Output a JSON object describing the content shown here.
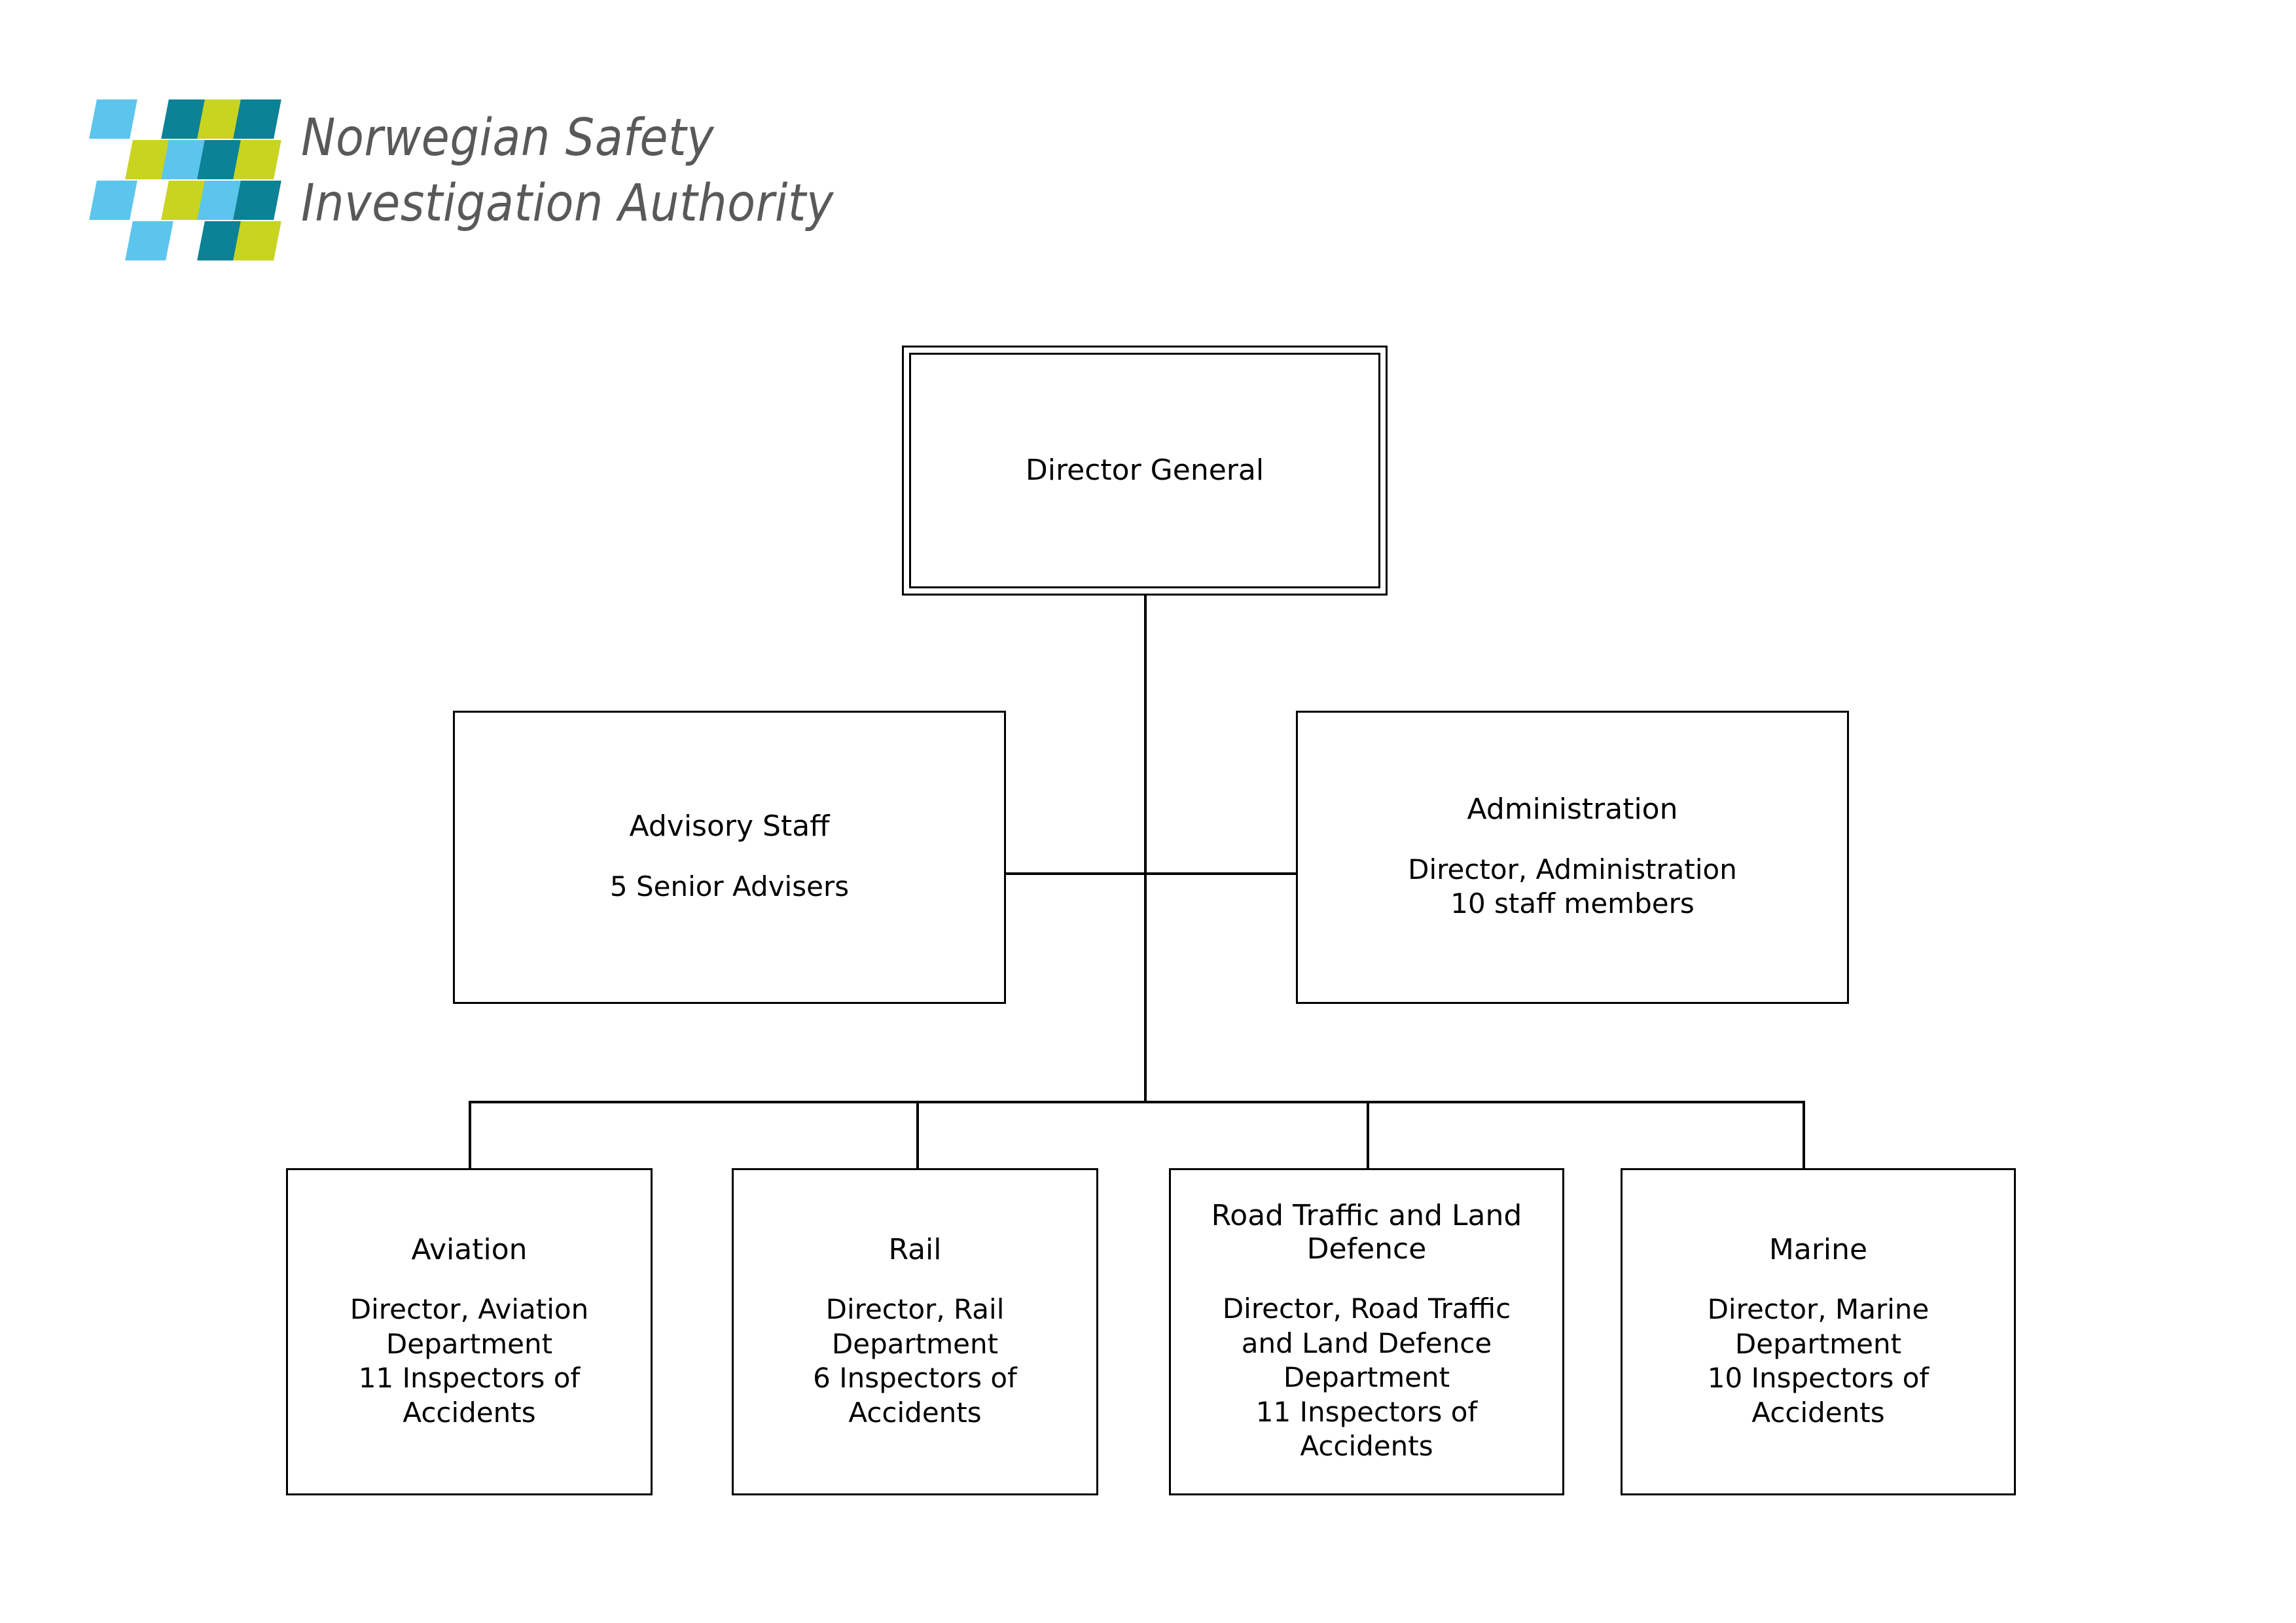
{
  "logo": {
    "wordmark": "Norwegian Safety\nInvestigation Authority",
    "colors": {
      "light_blue": "#5BC5EC",
      "teal": "#0B8296",
      "green": "#C8D420",
      "wordmark_gray": "#595959"
    },
    "tiles": [
      {
        "row": 0,
        "col": 0,
        "color": "light_blue"
      },
      {
        "row": 0,
        "col": 2,
        "color": "teal"
      },
      {
        "row": 0,
        "col": 3,
        "color": "green"
      },
      {
        "row": 0,
        "col": 4,
        "color": "teal"
      },
      {
        "row": 1,
        "col": 1,
        "color": "green"
      },
      {
        "row": 1,
        "col": 2,
        "color": "light_blue"
      },
      {
        "row": 1,
        "col": 3,
        "color": "teal"
      },
      {
        "row": 1,
        "col": 4,
        "color": "green"
      },
      {
        "row": 2,
        "col": 0,
        "color": "light_blue"
      },
      {
        "row": 2,
        "col": 2,
        "color": "green"
      },
      {
        "row": 2,
        "col": 3,
        "color": "light_blue"
      },
      {
        "row": 2,
        "col": 4,
        "color": "teal"
      },
      {
        "row": 3,
        "col": 1,
        "color": "light_blue"
      },
      {
        "row": 3,
        "col": 3,
        "color": "teal"
      },
      {
        "row": 3,
        "col": 4,
        "color": "green"
      }
    ]
  },
  "chart_data": {
    "type": "org-chart",
    "title": "",
    "root": {
      "id": "director-general",
      "title": "Director General",
      "detail": ""
    },
    "staff": [
      {
        "id": "advisory-staff",
        "title": "Advisory Staff",
        "detail": "5 Senior Advisers"
      },
      {
        "id": "administration",
        "title": "Administration",
        "detail": "Director, Administration\n10 staff members"
      }
    ],
    "departments": [
      {
        "id": "aviation",
        "title": "Aviation",
        "detail": "Director, Aviation\nDepartment\n11 Inspectors of\nAccidents"
      },
      {
        "id": "rail",
        "title": "Rail",
        "detail": "Director, Rail\nDepartment\n6 Inspectors of\nAccidents"
      },
      {
        "id": "road-traffic-and-land-defence",
        "title": "Road Traffic and Land\nDefence",
        "detail": "Director, Road Traffic\nand Land Defence\nDepartment\n11 Inspectors of\nAccidents"
      },
      {
        "id": "marine",
        "title": "Marine",
        "detail": "Director, Marine\nDepartment\n10 Inspectors of\nAccidents"
      }
    ]
  }
}
